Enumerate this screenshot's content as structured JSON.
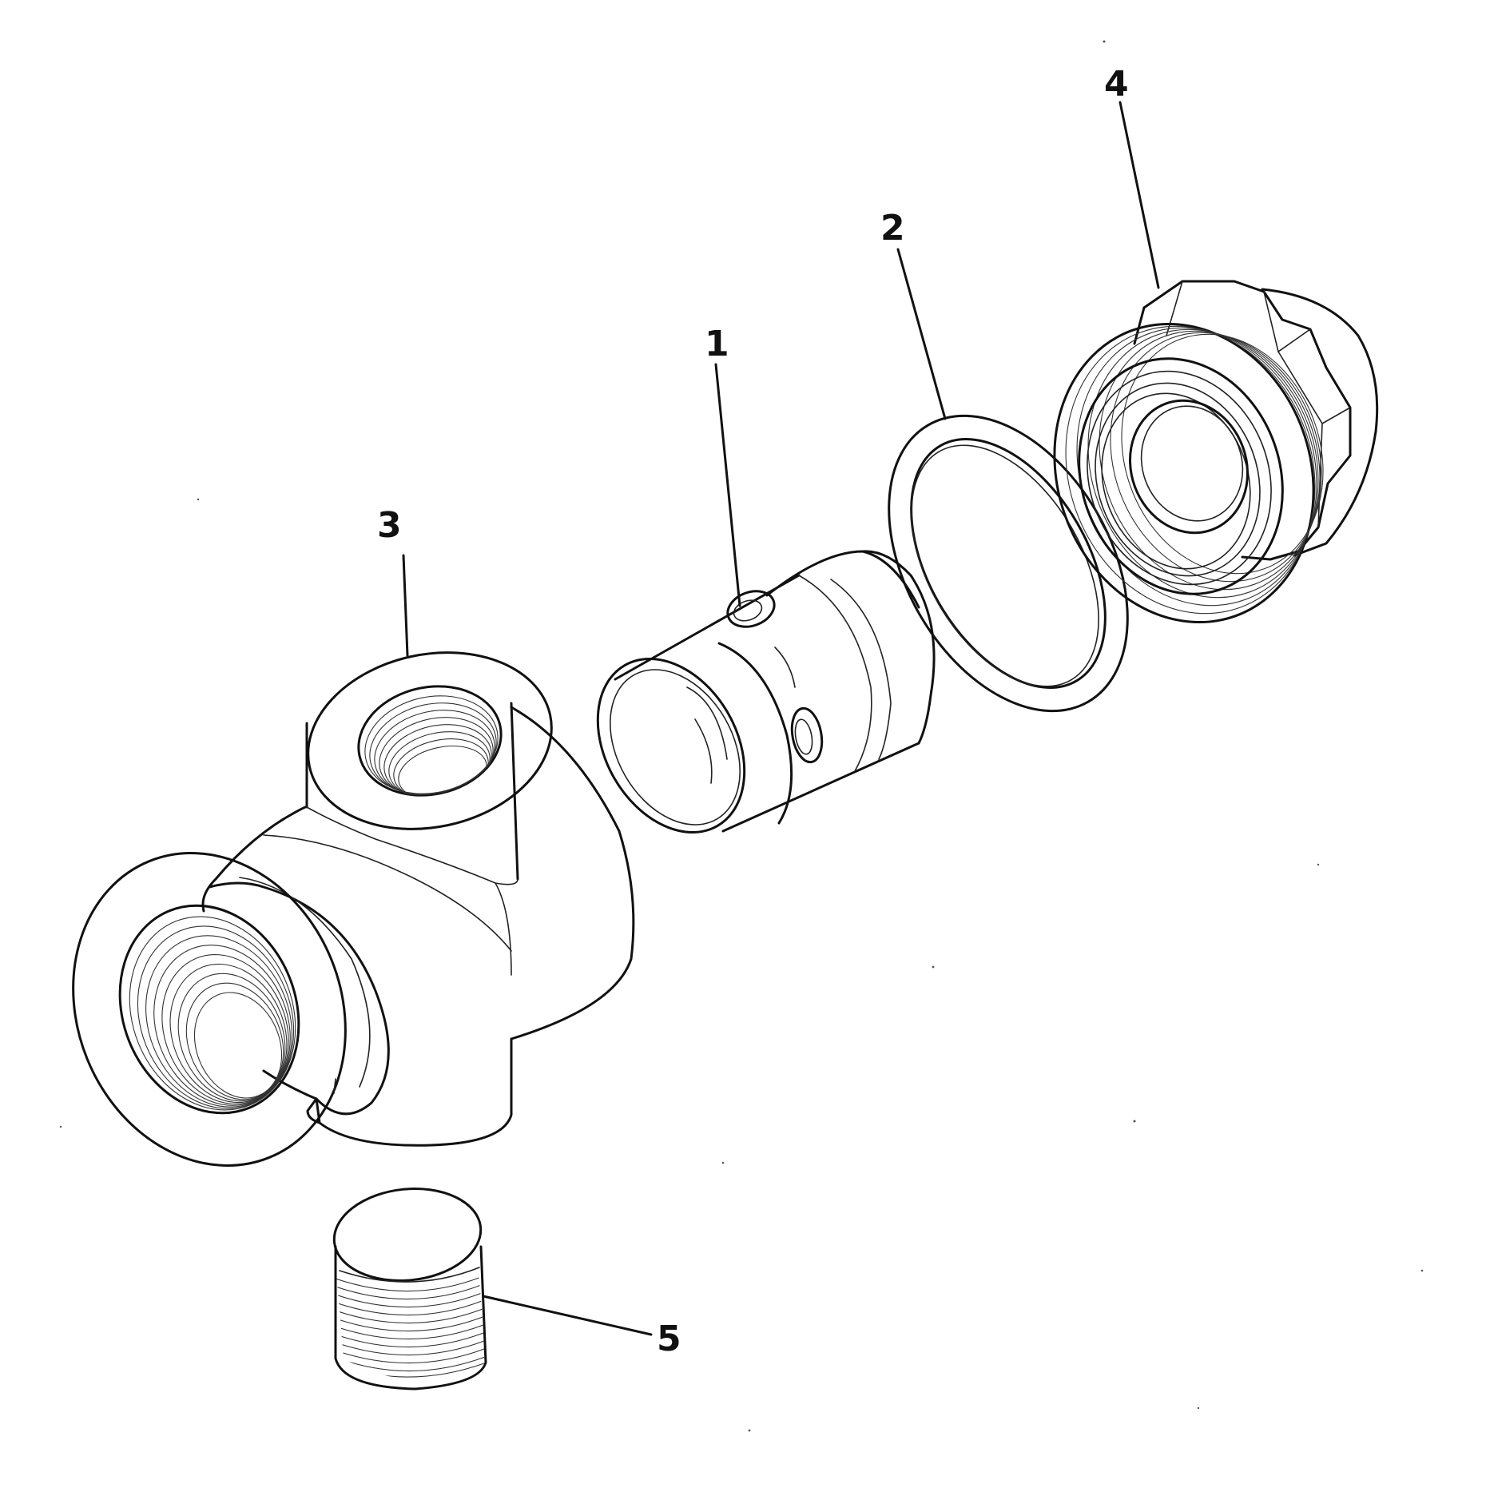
{
  "diagram": {
    "type": "exploded-parts-view",
    "callouts": [
      {
        "id": "1",
        "label": "1",
        "part": "perforated-sleeve"
      },
      {
        "id": "2",
        "label": "2",
        "part": "sealing-ring"
      },
      {
        "id": "3",
        "label": "3",
        "part": "tee-body"
      },
      {
        "id": "4",
        "label": "4",
        "part": "hex-nut-fitting"
      },
      {
        "id": "5",
        "label": "5",
        "part": "threaded-plug"
      }
    ],
    "colors": {
      "ink": "#111111",
      "paper": "#ffffff"
    }
  }
}
